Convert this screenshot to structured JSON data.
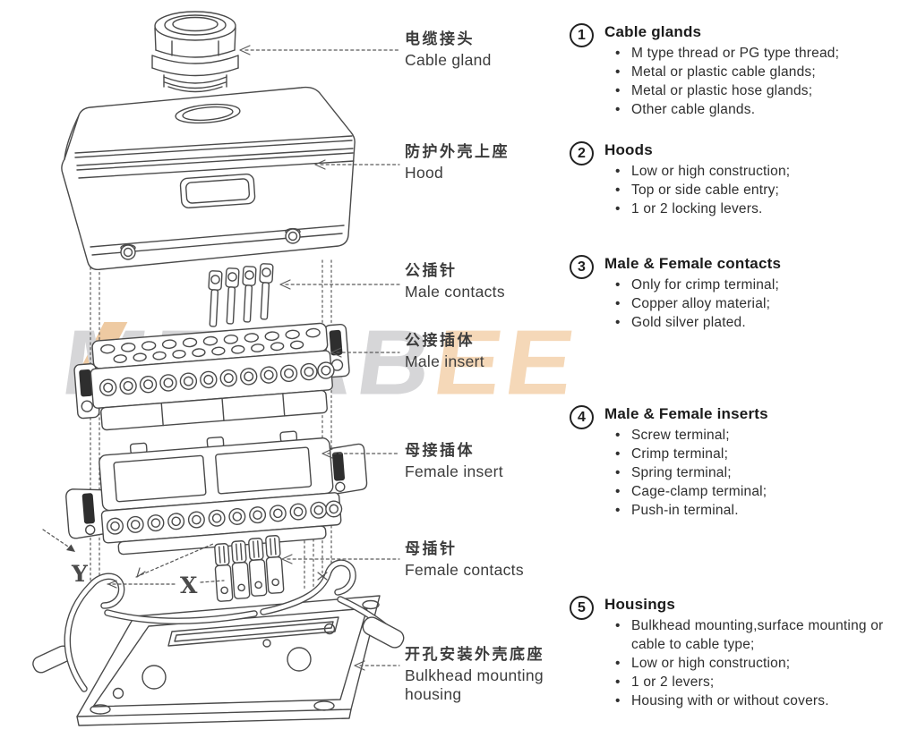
{
  "watermark": {
    "part1": "METAB",
    "part2": "EE",
    "gray": "#d6d6d8",
    "accent": "#f5d8b8"
  },
  "diagram": {
    "mark_x": "X",
    "mark_y": "Y"
  },
  "labels": [
    {
      "zh": "电缆接头",
      "en": "Cable gland"
    },
    {
      "zh": "防护外壳上座",
      "en": "Hood"
    },
    {
      "zh": "公插针",
      "en": "Male contacts"
    },
    {
      "zh": "公接插体",
      "en": "Male insert"
    },
    {
      "zh": "母接插体",
      "en": "Female insert"
    },
    {
      "zh": "母插针",
      "en": "Female contacts"
    },
    {
      "zh": "开孔安装外壳底座",
      "en": "Bulkhead mounting housing"
    }
  ],
  "legend": [
    {
      "num": "1",
      "title": "Cable glands",
      "bullets": [
        "M type thread or PG type thread;",
        "Metal or plastic cable glands;",
        "Metal or plastic hose glands;",
        "Other cable glands."
      ]
    },
    {
      "num": "2",
      "title": "Hoods",
      "bullets": [
        "Low or high construction;",
        "Top or side cable entry;",
        "1 or 2 locking levers."
      ]
    },
    {
      "num": "3",
      "title": "Male & Female contacts",
      "bullets": [
        "Only for crimp terminal;",
        "Copper alloy material;",
        "Gold silver plated."
      ]
    },
    {
      "num": "4",
      "title": "Male & Female inserts",
      "bullets": [
        "Screw terminal;",
        "Crimp terminal;",
        "Spring terminal;",
        "Cage-clamp terminal;",
        "Push-in terminal."
      ]
    },
    {
      "num": "5",
      "title": "Housings",
      "bullets": [
        "Bulkhead mounting,surface mounting or cable to cable type;",
        "Low or high construction;",
        "1 or 2 levers;",
        "Housing with or without covers."
      ]
    }
  ]
}
